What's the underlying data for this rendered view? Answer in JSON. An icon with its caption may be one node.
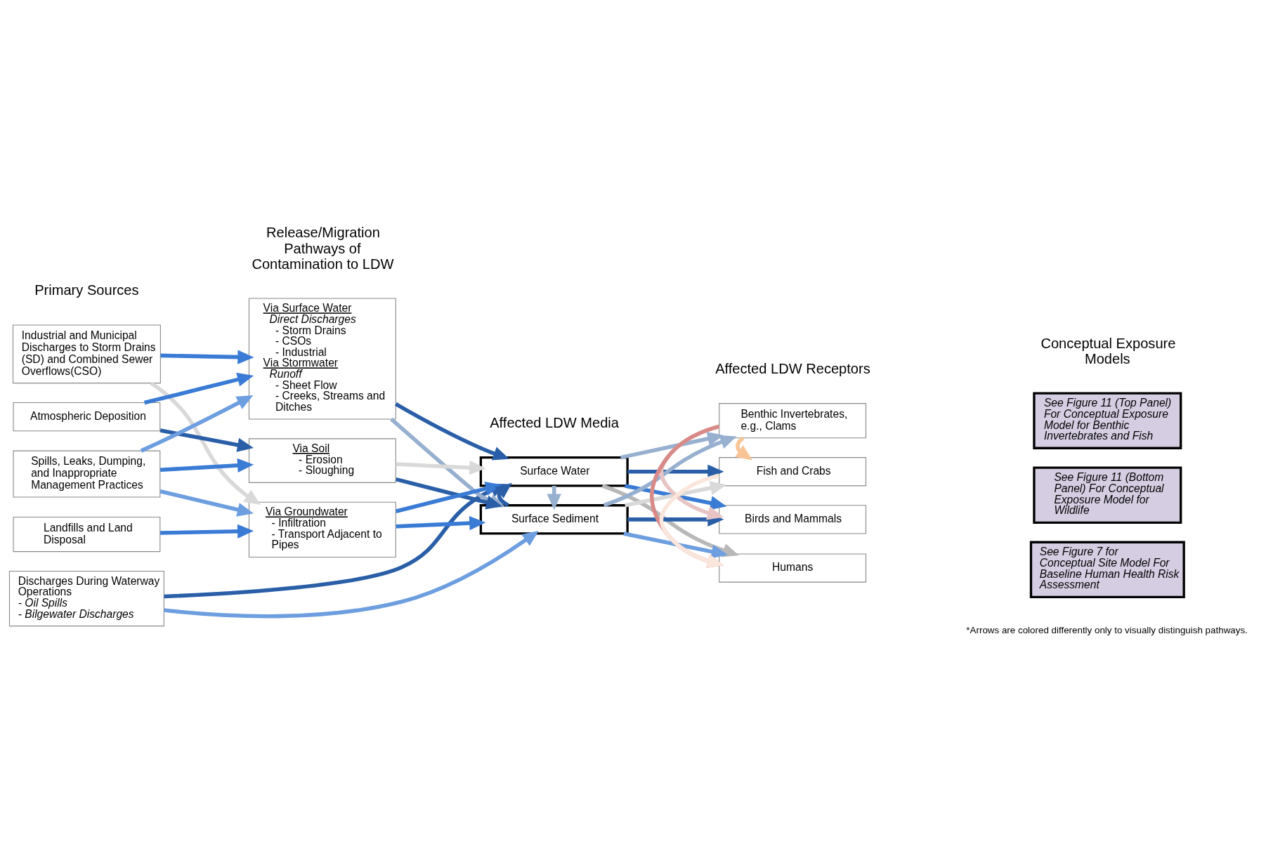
{
  "diagram": {
    "nodes": [
      {
        "text": [
          "Industrial and Municipal Discharges to Storm Drains (SD) and Combined Sewer Overflows(CSO)"
        ]
      },
      {
        "text": [
          "Atmospheric Deposition"
        ]
      },
      {
        "text": [
          "Spills, Leaks, Dumping, and Inappropriate Management Practices"
        ]
      },
      {
        "text": [
          "Landfills and Land Disposal"
        ]
      },
      {
        "text": [
          "Discharges During Waterway Operations",
          "- Oil Spills",
          "- Bilgewater Discharges"
        ]
      },
      {
        "text": [
          "Via Surface Water",
          "Direct Discharges",
          "- Storm Drains",
          "- CSOs",
          "- Industrial",
          "Via Stormwater",
          "Runoff",
          "- Sheet Flow",
          "- Creeks, Streams and Ditches"
        ]
      },
      {
        "text": [
          "Via Soil",
          "- Erosion",
          "- Sloughing"
        ]
      },
      {
        "text": [
          "Via Groundwater",
          "- Infiltration",
          "- Transport Adjacent to Pipes"
        ]
      },
      {
        "text": [
          "Surface Water"
        ]
      },
      {
        "text": [
          "Surface Sediment"
        ]
      },
      {
        "text": [
          "Benthic Invertebrates, e.g., Clams"
        ]
      },
      {
        "text": [
          "Fish and Crabs"
        ]
      },
      {
        "text": [
          "Birds and Mammals"
        ]
      },
      {
        "text": [
          "Humans"
        ]
      },
      {
        "text": [
          "See Figure 11 (Top Panel)  For Conceptual Exposure Model for Benthic Invertebrates and Fish"
        ]
      },
      {
        "text": [
          "See Figure 11 (Bottom Panel) For Conceptual Exposure Model for Wildlife"
        ]
      },
      {
        "text": [
          "See Figure 7 for Conceptual Site Model For Baseline Human Health Risk Assessment"
        ]
      }
    ],
    "edges": [
      {
        "from": 0,
        "to": 5,
        "arrow": "to"
      },
      {
        "from": 0,
        "to": 7,
        "arrow": "to",
        "color": "#d9d9d9"
      },
      {
        "from": 1,
        "to": 5,
        "arrow": "to"
      },
      {
        "from": 1,
        "to": 6,
        "arrow": "to",
        "color": "#2a5fa8"
      },
      {
        "from": 2,
        "to": 5,
        "arrow": "to",
        "color": "#6d9ee0"
      },
      {
        "from": 2,
        "to": 6,
        "arrow": "to"
      },
      {
        "from": 2,
        "to": 7,
        "arrow": "to",
        "color": "#6d9ee0"
      },
      {
        "from": 3,
        "to": 7,
        "arrow": "to"
      },
      {
        "from": 4,
        "to": 8,
        "arrow": "to",
        "color": "#2a5fa8"
      },
      {
        "from": 4,
        "to": 9,
        "arrow": "to",
        "color": "#6d9ee0"
      },
      {
        "from": 5,
        "to": 8,
        "arrow": "to",
        "color": "#2a5fa8"
      },
      {
        "from": 5,
        "to": 9,
        "arrow": "to",
        "color": "#97b0d0"
      },
      {
        "from": 6,
        "to": 8,
        "arrow": "to",
        "color": "#d9d9d9"
      },
      {
        "from": 6,
        "to": 9,
        "arrow": "to",
        "color": "#2a5fa8"
      },
      {
        "from": 7,
        "to": 8,
        "arrow": "to"
      },
      {
        "from": 7,
        "to": 9,
        "arrow": "to"
      },
      {
        "from": 8,
        "to": 9,
        "arrow": "to",
        "color": "#97b0d0"
      },
      {
        "from": 9,
        "to": 8,
        "arrow": "to",
        "color": "#2a5fa8"
      },
      {
        "from": 8,
        "to": 10,
        "arrow": "to",
        "color": "#97b0d0"
      },
      {
        "from": 8,
        "to": 11,
        "arrow": "to",
        "color": "#2a5fa8"
      },
      {
        "from": 8,
        "to": 12,
        "arrow": "to"
      },
      {
        "from": 8,
        "to": 13,
        "arrow": "to",
        "color": "#b8b8b8"
      },
      {
        "from": 9,
        "to": 10,
        "arrow": "to",
        "color": "#97b0d0"
      },
      {
        "from": 9,
        "to": 11,
        "arrow": "to",
        "color": "#d9d9d9"
      },
      {
        "from": 9,
        "to": 12,
        "arrow": "to",
        "color": "#2a5fa8"
      },
      {
        "from": 9,
        "to": 13,
        "arrow": "to",
        "color": "#6d9ee0"
      },
      {
        "from": 10,
        "to": 11,
        "arrow": "to",
        "color": "#f8c496"
      },
      {
        "from": 10,
        "to": 12,
        "arrow": "to",
        "color": "#e8c4c4"
      },
      {
        "from": 10,
        "to": 13,
        "arrow": "to",
        "color": "#d88a88"
      },
      {
        "from": 11,
        "to": 13,
        "arrow": "to",
        "color": "#fae6dc"
      }
    ],
    "labels": [
      "Primary Sources",
      "Release/Migration Pathways of Contamination to LDW",
      "Affected LDW Media",
      "Affected LDW Receptors",
      "Conceptual Exposure Models",
      "*Arrows are colored differently only to visually distinguish pathways."
    ]
  }
}
